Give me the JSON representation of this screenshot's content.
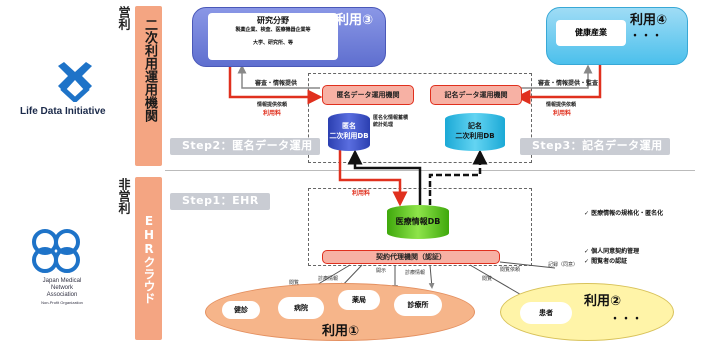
{
  "left": {
    "lifedata_name": "Life Data Initiative",
    "jmna_lines": [
      "Japan Medical",
      "Network",
      "Association",
      "Non-Profit Organization"
    ]
  },
  "side": {
    "commercial": "営利",
    "noncommercial": "非営利",
    "secondary_org": "二次利用運用機関",
    "ehr_cloud": "EHRクラウド"
  },
  "top": {
    "research_title": "研究分野",
    "research_line1": "製薬企業、検査、医療機器企業等",
    "research_line2": "大学、研究所、等",
    "use3": "利用③",
    "health_title": "健康産業",
    "use4": "利用④",
    "dots": "・・・"
  },
  "flow": {
    "review": "審査・情報提供",
    "review2": "審査・情報提供・監査",
    "info_fee": "情報提供依頼",
    "fee": "利用料",
    "anon_org": "匿名データ運用機関",
    "named_org": "記名データ運用機関",
    "anon_notes": [
      "匿名化情報蓄積",
      "統計処理"
    ],
    "anon_db": [
      "匿名",
      "二次利用DB"
    ],
    "named_db": [
      "記名",
      "二次利用DB"
    ],
    "step2": "Step2：匿名データ運用",
    "step3": "Step3：記名データ運用",
    "step1": "Step1：EHR",
    "fee_center": "利用料"
  },
  "ehr": {
    "medical_db": "医療情報DB",
    "note1": "医療情報の規格化・匿名化",
    "note2": "個人同意契約管理",
    "note3": "閲覧者の認証",
    "agency": "契約代理機関（認証）",
    "small_labels": [
      "閲覧",
      "診療情報",
      "開示",
      "診療情報",
      "閲覧",
      "閲覧依頼",
      "記録（同意）"
    ]
  },
  "bottom": {
    "kenshin": "健診",
    "hospital": "病院",
    "pharmacy": "薬局",
    "clinic": "診療所",
    "use1": "利用①",
    "patient": "患者",
    "use2": "利用②",
    "dots": "・・・"
  },
  "colors": {
    "salmon": "#f4a582",
    "orange_red": "#e0301e",
    "blue_cloud": "#6f7fd6",
    "cyan_cloud": "#5cc8ee",
    "green_db": "#5ec31a",
    "yellow": "#fff4a8",
    "peach": "#f6b58a"
  }
}
